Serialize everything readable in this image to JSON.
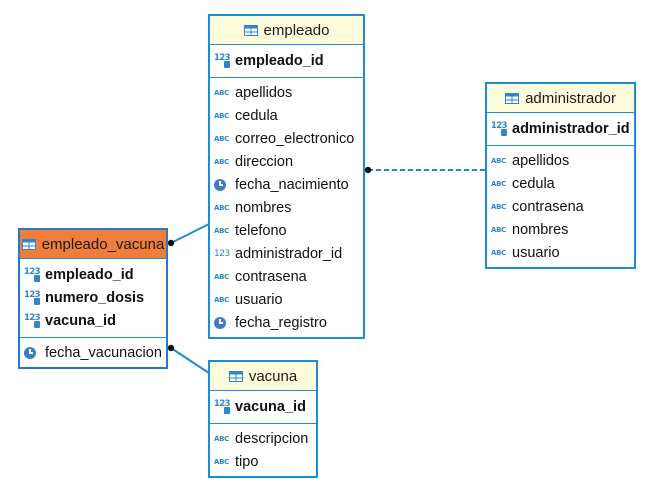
{
  "diagram": {
    "entities": {
      "empleado": {
        "title": "empleado",
        "primary_keys": [
          {
            "name": "empleado_id",
            "type": "number"
          }
        ],
        "columns": [
          {
            "name": "apellidos",
            "type": "text"
          },
          {
            "name": "cedula",
            "type": "text"
          },
          {
            "name": "correo_electronico",
            "type": "text"
          },
          {
            "name": "direccion",
            "type": "text"
          },
          {
            "name": "fecha_nacimiento",
            "type": "date"
          },
          {
            "name": "nombres",
            "type": "text"
          },
          {
            "name": "telefono",
            "type": "text"
          },
          {
            "name": "administrador_id",
            "type": "number"
          },
          {
            "name": "contrasena",
            "type": "text"
          },
          {
            "name": "usuario",
            "type": "text"
          },
          {
            "name": "fecha_registro",
            "type": "date"
          }
        ]
      },
      "administrador": {
        "title": "administrador",
        "primary_keys": [
          {
            "name": "administrador_id",
            "type": "number"
          }
        ],
        "columns": [
          {
            "name": "apellidos",
            "type": "text"
          },
          {
            "name": "cedula",
            "type": "text"
          },
          {
            "name": "contrasena",
            "type": "text"
          },
          {
            "name": "nombres",
            "type": "text"
          },
          {
            "name": "usuario",
            "type": "text"
          }
        ]
      },
      "empleado_vacuna": {
        "title": "empleado_vacuna",
        "selected": true,
        "primary_keys": [
          {
            "name": "empleado_id",
            "type": "number"
          },
          {
            "name": "numero_dosis",
            "type": "number"
          },
          {
            "name": "vacuna_id",
            "type": "number"
          }
        ],
        "columns": [
          {
            "name": "fecha_vacunacion",
            "type": "date"
          }
        ]
      },
      "vacuna": {
        "title": "vacuna",
        "primary_keys": [
          {
            "name": "vacuna_id",
            "type": "number"
          }
        ],
        "columns": [
          {
            "name": "descripcion",
            "type": "text"
          },
          {
            "name": "tipo",
            "type": "text"
          }
        ]
      }
    },
    "relationships": [
      {
        "from": "empleado_vacuna",
        "to": "empleado",
        "style": "solid"
      },
      {
        "from": "empleado_vacuna",
        "to": "vacuna",
        "style": "solid"
      },
      {
        "from": "empleado",
        "to": "administrador",
        "style": "dashed"
      }
    ],
    "icon_labels": {
      "text": "ABC",
      "number": "123"
    },
    "colors": {
      "border": "#1f8bd0",
      "header": "#fdfbdc",
      "selected_header": "#ef7d3c",
      "icon": "#2f86c9"
    }
  }
}
